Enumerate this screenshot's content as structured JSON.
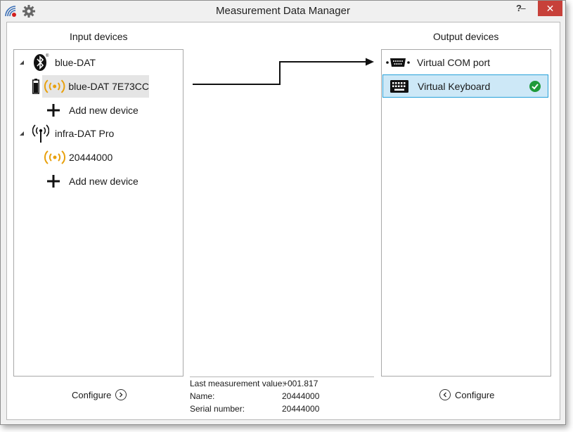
{
  "window": {
    "title": "Measurement Data Manager",
    "help_label": "?",
    "minimize_label": "–",
    "close_label": "✕"
  },
  "icons": {
    "app": "signal-app-icon",
    "settings": "gear-icon",
    "bluetooth": "bluetooth-icon",
    "antenna": "antenna-icon",
    "battery": "battery-icon",
    "signal": "signal-waves-icon",
    "plus": "plus-icon",
    "serial_port": "serial-port-icon",
    "keyboard": "keyboard-icon",
    "check": "check-circle-icon",
    "chevron_right": "chevron-right-icon",
    "chevron_left": "chevron-left-icon"
  },
  "colors": {
    "signal": "#e8a00c",
    "check": "#1e9a3a",
    "selection_blue": "#cde8f7",
    "selection_border": "#26a0da",
    "close_red": "#c7413a"
  },
  "input": {
    "header": "Input devices",
    "groups": [
      {
        "name": "blue-DAT",
        "devices": [
          "blue-DAT 7E73CC"
        ],
        "add_label": "Add new device"
      },
      {
        "name": "infra-DAT Pro",
        "devices": [
          "20444000"
        ],
        "add_label": "Add new device"
      }
    ],
    "configure_label": "Configure"
  },
  "output": {
    "header": "Output devices",
    "items": [
      "Virtual COM port",
      "Virtual Keyboard"
    ],
    "configure_label": "Configure"
  },
  "info": {
    "last_label": "Last measurement value:",
    "last_value": "+001.817",
    "name_label": "Name:",
    "name_value": "20444000",
    "serial_label": "Serial number:",
    "serial_value": "20444000"
  }
}
